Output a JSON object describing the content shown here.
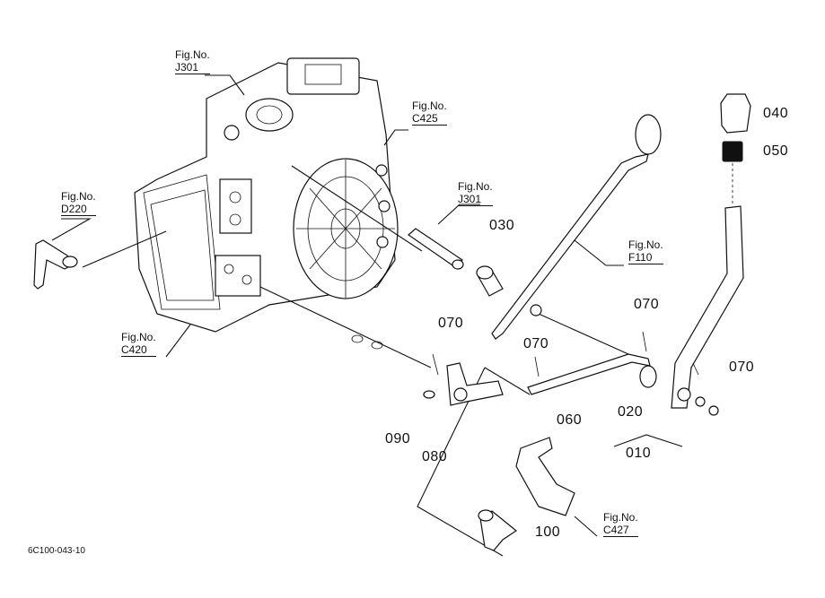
{
  "figure_refs": {
    "j301_top": {
      "fig": "Fig.No.",
      "code": "J301"
    },
    "c425": {
      "fig": "Fig.No.",
      "code": "C425"
    },
    "d220": {
      "fig": "Fig.No.",
      "code": "D220"
    },
    "j301_shaft": {
      "fig": "Fig.No.",
      "code": "J301"
    },
    "f110": {
      "fig": "Fig.No.",
      "code": "F110"
    },
    "c420": {
      "fig": "Fig.No.",
      "code": "C420"
    },
    "c427": {
      "fig": "Fig.No.",
      "code": "C427"
    }
  },
  "part_numbers": {
    "p030": "030",
    "p040": "040",
    "p050": "050",
    "p070_a": "070",
    "p070_b": "070",
    "p070_c": "070",
    "p070_d": "070",
    "p060": "060",
    "p020": "020",
    "p010": "010",
    "p090": "090",
    "p080": "080",
    "p100": "100"
  },
  "footer": {
    "code": "6C100-043-10"
  }
}
